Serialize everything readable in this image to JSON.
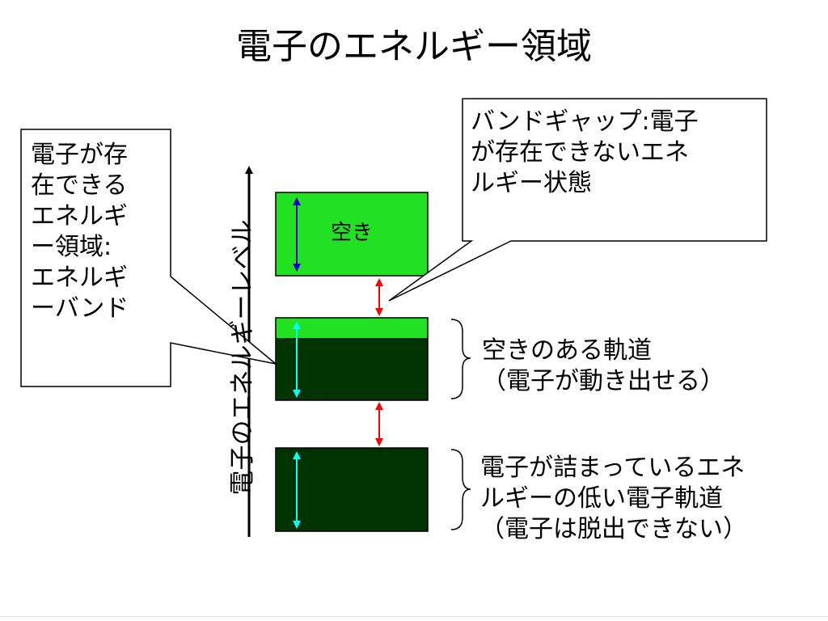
{
  "title": "電子のエネルギー領域",
  "axis_label": "電子のエネルギーレベル",
  "band_label": "空き",
  "callout_left": "電子が存\n在できる\nエネルギ\nー領域:\nエネルギ\nーバンド",
  "callout_right": "バンドギャップ:電子\nが存在できないエネ\nルギー状態",
  "desc_middle": "空きのある軌道\n（電子が動き出せる）",
  "desc_lower": "電子が詰まっているエネ\nルギーの低い電子軌道\n（電子は脱出できない）",
  "colors": {
    "empty_band": "#22e022",
    "filled_band": "#003300",
    "gap_arrow": "#ff0000",
    "width_arrow_empty": "#0000cc",
    "width_arrow_filled": "#00ffff"
  }
}
